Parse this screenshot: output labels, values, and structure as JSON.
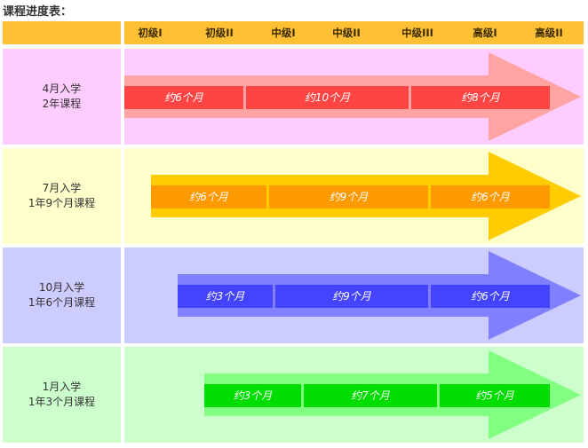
{
  "title": "课程进度表：",
  "levels": [
    "初级I",
    "初级II",
    "中级I",
    "中级II",
    "中级III",
    "高级I",
    "高级II"
  ],
  "rows": [
    {
      "entry": "4月入学",
      "duration": "2年课程",
      "colors": {
        "label_bg": "#FFCCFF",
        "body_bg": "#FFCCFF",
        "arrow": "#FFA3A3",
        "bar": "#FF4444"
      },
      "segments": [
        {
          "label": "约6个月"
        },
        {
          "label": "约10个月"
        },
        {
          "label": "约8个月"
        }
      ]
    },
    {
      "entry": "7月入学",
      "duration": "1年9个月课程",
      "colors": {
        "label_bg": "#FFFFCC",
        "body_bg": "#FFFFCC",
        "arrow": "#FFCC00",
        "bar": "#FF9900"
      },
      "segments": [
        {
          "label": "约6个月"
        },
        {
          "label": "约9个月"
        },
        {
          "label": "约6个月"
        }
      ]
    },
    {
      "entry": "10月入学",
      "duration": "1年6个月课程",
      "colors": {
        "label_bg": "#CCCCFF",
        "body_bg": "#CCCCFF",
        "arrow": "#8080FF",
        "bar": "#4444FF"
      },
      "segments": [
        {
          "label": "约3个月"
        },
        {
          "label": "约9个月"
        },
        {
          "label": "约6个月"
        }
      ]
    },
    {
      "entry": "1月入学",
      "duration": "1年3个月课程",
      "colors": {
        "label_bg": "#CCFFCC",
        "body_bg": "#CCFFCC",
        "arrow": "#80FF80",
        "bar": "#00DD00"
      },
      "segments": [
        {
          "label": "约3个月"
        },
        {
          "label": "约7个月"
        },
        {
          "label": "约5个月"
        }
      ]
    }
  ]
}
